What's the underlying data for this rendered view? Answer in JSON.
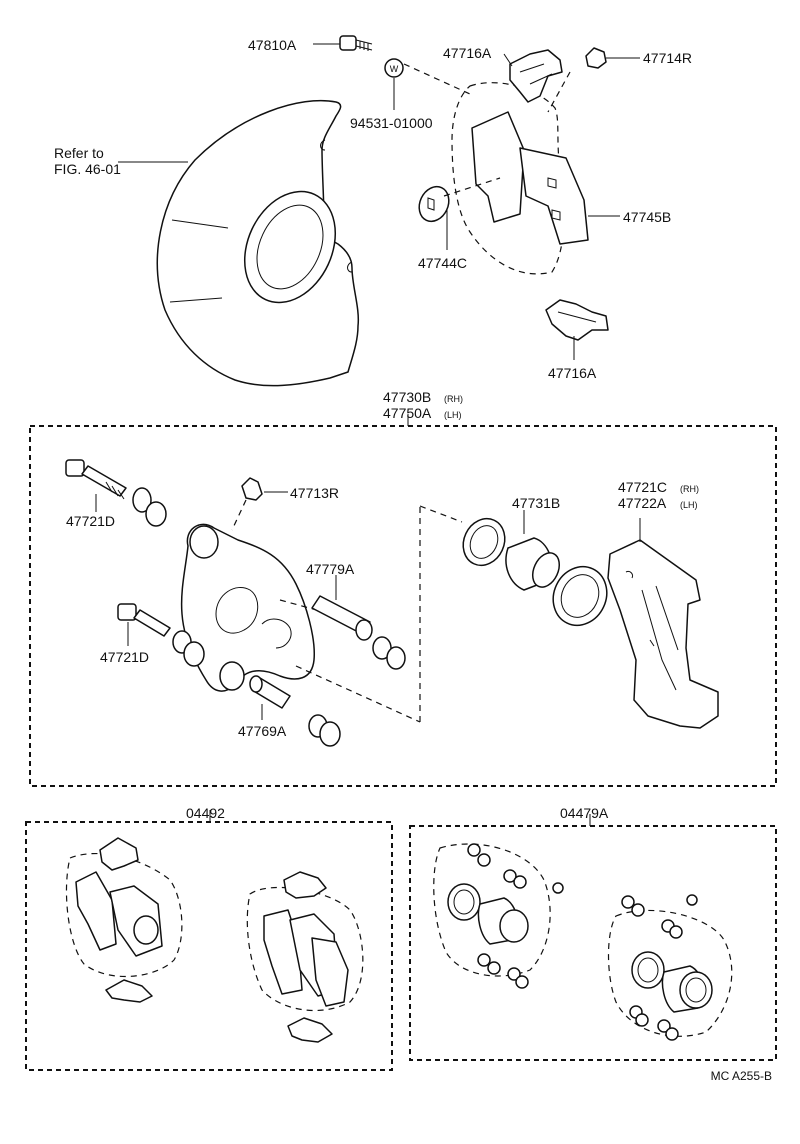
{
  "diagram": {
    "refer_note": [
      "Refer to",
      "FIG. 46-01"
    ],
    "labels": {
      "p47810A": "47810A",
      "p94531": "94531-01000",
      "p47716A_top": "47716A",
      "p47714R": "47714R",
      "p47745B": "47745B",
      "p47744C": "47744C",
      "p47716A_bottom": "47716A",
      "asm_rh": "47730B",
      "asm_rh_side": "(RH)",
      "asm_lh": "47750A",
      "asm_lh_side": "(LH)",
      "p47713R": "47713R",
      "p47721D_top": "47721D",
      "p47779A": "47779A",
      "p47721D_bottom": "47721D",
      "p47769A": "47769A",
      "p47731B": "47731B",
      "p47721C": "47721C",
      "p47721C_side": "(RH)",
      "p47722A": "47722A",
      "p47722A_side": "(LH)",
      "kit_pads": "04492",
      "kit_seals": "04479A",
      "washer_mark": "W",
      "figure_code": "MC   A255-B"
    }
  }
}
